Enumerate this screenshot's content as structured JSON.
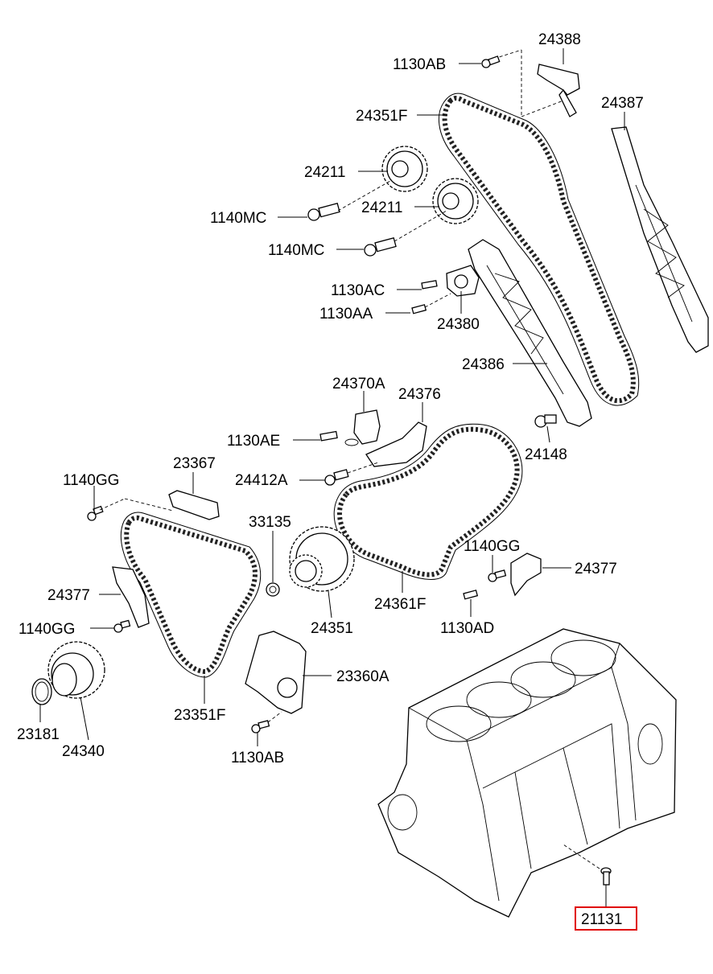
{
  "labels": {
    "p24388": "24388",
    "p1130AB_top": "1130AB",
    "p24351F": "24351F",
    "p24387": "24387",
    "p24211_a": "24211",
    "p24211_b": "24211",
    "p1140MC_a": "1140MC",
    "p1140MC_b": "1140MC",
    "p1130AC": "1130AC",
    "p1130AA": "1130AA",
    "p24380": "24380",
    "p24386": "24386",
    "p24370A": "24370A",
    "p24376": "24376",
    "p1130AE": "1130AE",
    "p24148": "24148",
    "p24412A": "24412A",
    "p23367": "23367",
    "p1140GG_left": "1140GG",
    "p33135": "33135",
    "p1140GG_right": "1140GG",
    "p24377_right": "24377",
    "p24377_left": "24377",
    "p24361F": "24361F",
    "p1130AD": "1130AD",
    "p1140GG_lower": "1140GG",
    "p24351": "24351",
    "p23360A": "23360A",
    "p23181": "23181",
    "p24340": "24340",
    "p23351F": "23351F",
    "p1130AB_bottom": "1130AB",
    "p21131": "21131"
  },
  "highlight": {
    "part": "21131",
    "color": "#e00000"
  }
}
